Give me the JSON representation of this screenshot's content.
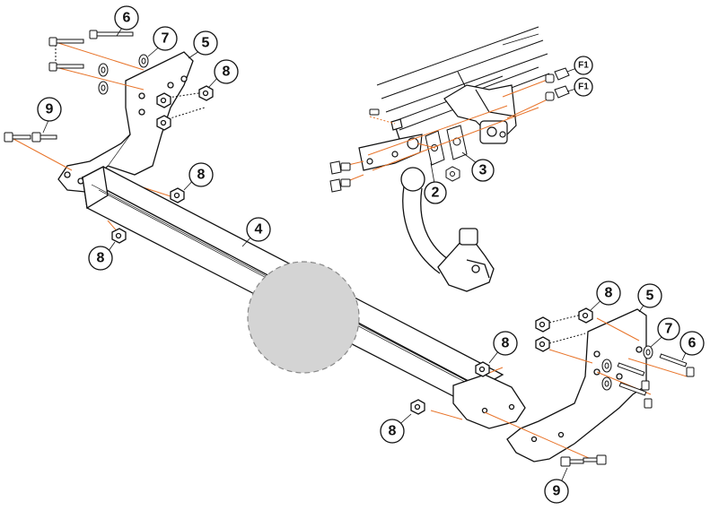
{
  "diagram": {
    "callouts": [
      {
        "id": "c6-top",
        "label": "6"
      },
      {
        "id": "c7-top",
        "label": "7"
      },
      {
        "id": "c5-top",
        "label": "5"
      },
      {
        "id": "c8-top",
        "label": "8"
      },
      {
        "id": "c9-left",
        "label": "9"
      },
      {
        "id": "c8-mid",
        "label": "8"
      },
      {
        "id": "c4",
        "label": "4"
      },
      {
        "id": "c8-left",
        "label": "8"
      },
      {
        "id": "c2",
        "label": "2"
      },
      {
        "id": "c3",
        "label": "3"
      },
      {
        "id": "cF1-a",
        "label": "F1"
      },
      {
        "id": "cF1-b",
        "label": "F1"
      },
      {
        "id": "c8-right-top",
        "label": "8"
      },
      {
        "id": "c5-right",
        "label": "5"
      },
      {
        "id": "c7-right",
        "label": "7"
      },
      {
        "id": "c6-right",
        "label": "6"
      },
      {
        "id": "c8-right-mid",
        "label": "8"
      },
      {
        "id": "c8-bottom",
        "label": "8"
      },
      {
        "id": "c9-bottom",
        "label": "9"
      }
    ],
    "colors": {
      "line": "#111111",
      "accent": "#e8742a",
      "placeholder_fill": "#d4d4d4",
      "placeholder_stroke": "#888888"
    }
  }
}
